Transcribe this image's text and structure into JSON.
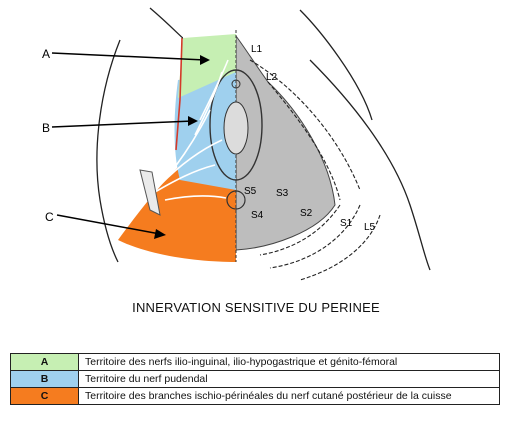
{
  "figure": {
    "pointer_labels": [
      "A",
      "B",
      "C"
    ],
    "dermatome_labels": [
      "L1",
      "L2",
      "S5",
      "S3",
      "S4",
      "S2",
      "S1",
      "L5"
    ]
  },
  "caption": "INNERVATION SENSITIVE DU PERINEE",
  "legend": [
    {
      "key": "A",
      "color": "#c6efb3",
      "text": "Territoire des nerfs ilio-inguinal, ilio-hypogastrique et génito-fémoral"
    },
    {
      "key": "B",
      "color": "#9fd0ee",
      "text": "Territoire du nerf pudendal"
    },
    {
      "key": "C",
      "color": "#f57c1f",
      "text": "Territoire des branches ischio-périnéales du nerf cutané postérieur de la cuisse"
    }
  ],
  "colors": {
    "territory_a": "#c6efb3",
    "territory_b": "#9fd0ee",
    "territory_c": "#f57c1f",
    "dermatome_grey": "#bdbdbd"
  }
}
